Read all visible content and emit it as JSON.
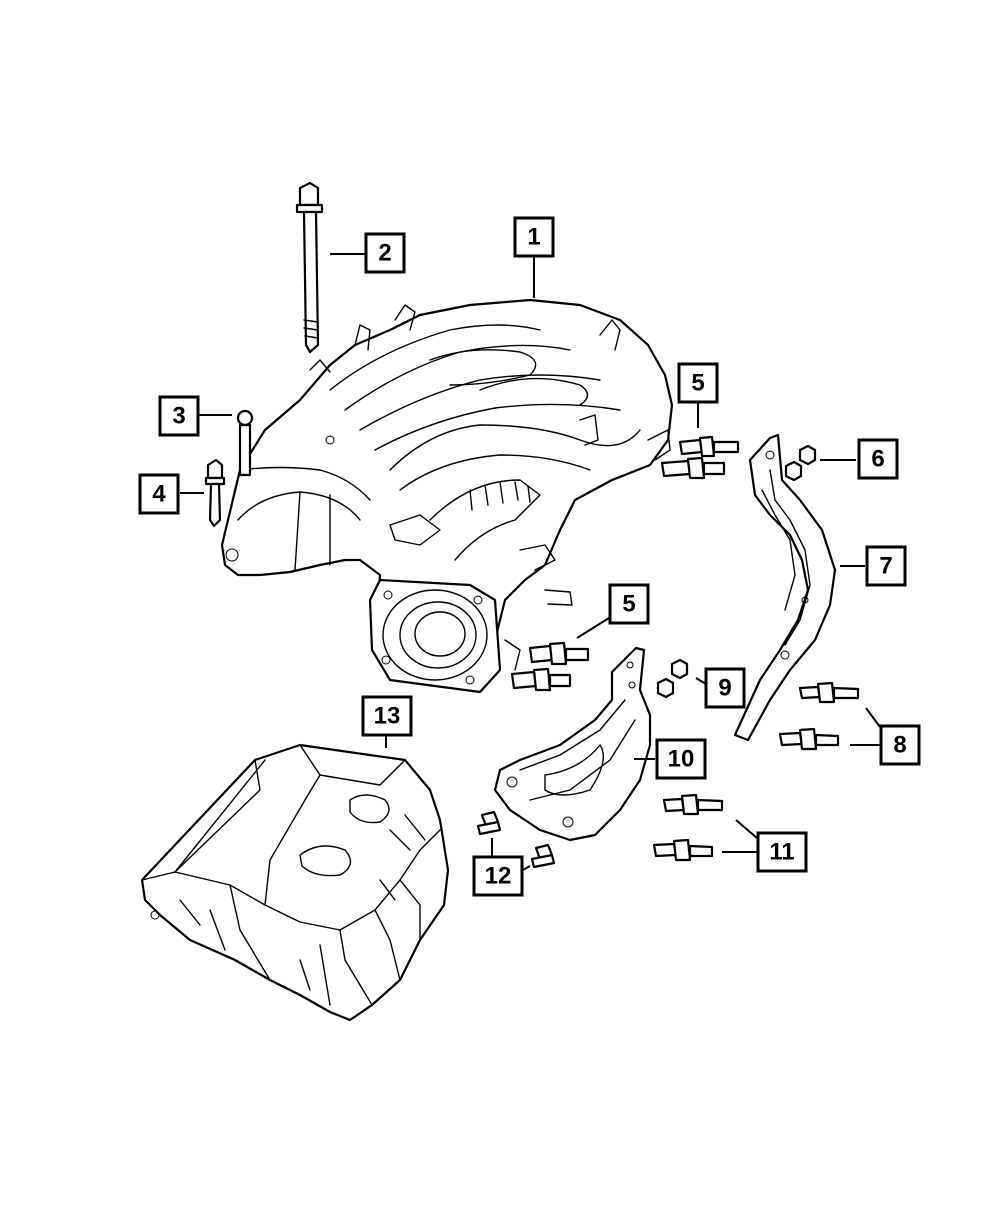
{
  "callouts": [
    {
      "id": "1",
      "label": "1"
    },
    {
      "id": "2",
      "label": "2"
    },
    {
      "id": "3",
      "label": "3"
    },
    {
      "id": "4",
      "label": "4"
    },
    {
      "id": "5a",
      "label": "5"
    },
    {
      "id": "5b",
      "label": "5"
    },
    {
      "id": "6",
      "label": "6"
    },
    {
      "id": "7",
      "label": "7"
    },
    {
      "id": "8",
      "label": "8"
    },
    {
      "id": "9",
      "label": "9"
    },
    {
      "id": "10",
      "label": "10"
    },
    {
      "id": "11",
      "label": "11"
    },
    {
      "id": "12",
      "label": "12"
    },
    {
      "id": "13",
      "label": "13"
    }
  ]
}
